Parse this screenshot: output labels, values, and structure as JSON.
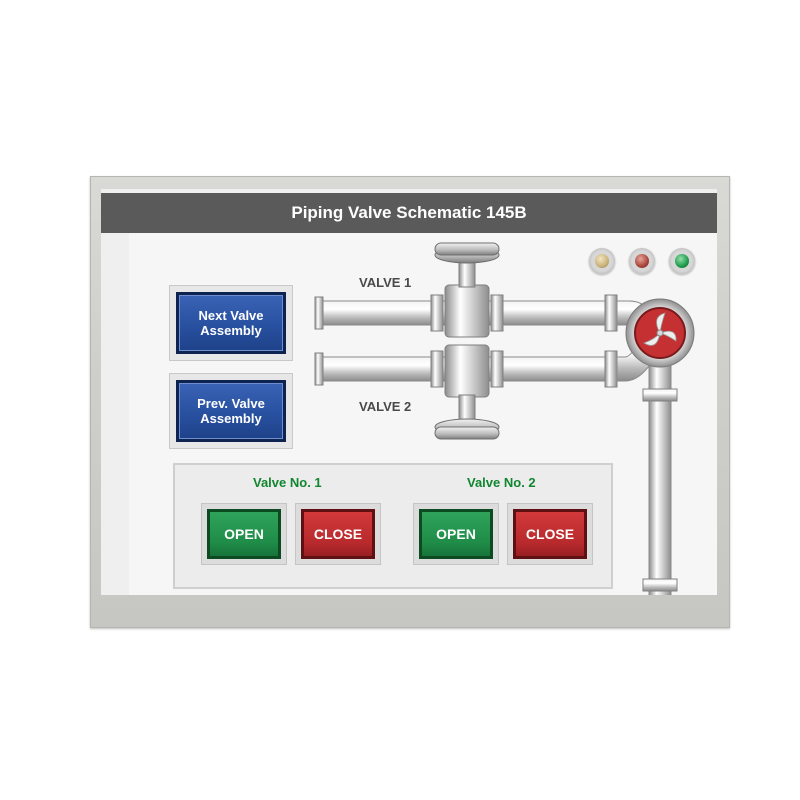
{
  "title": "Piping Valve Schematic 145B",
  "nav": {
    "next": [
      "Next Valve",
      "Assembly"
    ],
    "prev": [
      "Prev. Valve",
      "Assembly"
    ]
  },
  "pipes": {
    "valve1_label": "VALVE 1",
    "valve2_label": "VALVE 2"
  },
  "controls": {
    "valve1": {
      "label": "Valve No. 1",
      "open": "OPEN",
      "close": "CLOSE"
    },
    "valve2": {
      "label": "Valve No. 2",
      "open": "OPEN",
      "close": "CLOSE"
    }
  },
  "lamps": [
    {
      "name": "amber",
      "color": "#c9b27a"
    },
    {
      "name": "red",
      "color": "#a8453c"
    },
    {
      "name": "green",
      "color": "#1f9a4c"
    }
  ],
  "colors": {
    "accent_open": "#1f8c48",
    "accent_close": "#b82a2d",
    "nav_blue": "#274f9e",
    "title_bar": "#5a5a5a"
  }
}
